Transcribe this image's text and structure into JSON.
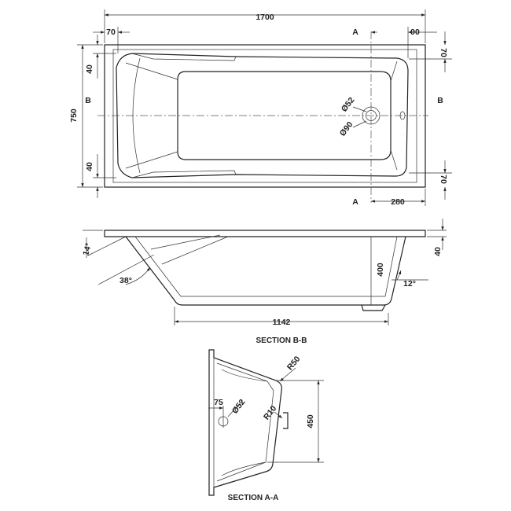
{
  "plan": {
    "length": "1700",
    "width": "750",
    "end_left": "70",
    "end_right": "90",
    "side_top_right": "70",
    "side_bottom_right": "70",
    "rim_top_left": "40",
    "rim_bottom_left": "40",
    "waste_offset": "280",
    "overflow_dia": "Ø52",
    "waste_dia": "Ø90",
    "sec_a": "A",
    "sec_b": "B"
  },
  "section_bb": {
    "caption": "SECTION B-B",
    "angle_end": "14°",
    "angle_back": "38°",
    "angle_foot": "12°",
    "depth": "400",
    "rim": "40",
    "base_length": "1142"
  },
  "section_aa": {
    "caption": "SECTION A-A",
    "radius_top": "R50",
    "radius_low": "R10",
    "height": "450",
    "overflow_offset": "75",
    "overflow_dia": "Ø52"
  }
}
